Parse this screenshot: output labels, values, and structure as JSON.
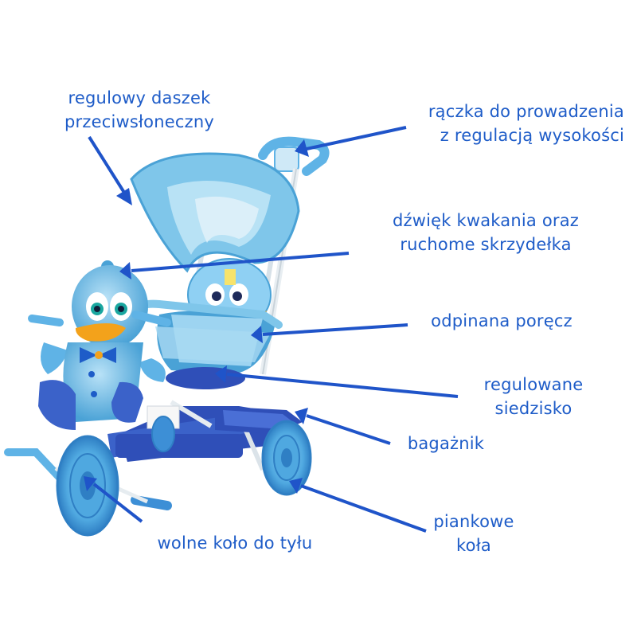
{
  "colors": {
    "label_text": "#1e5cc8",
    "arrow": "#1f54c9",
    "canopy": "#7fc6ea",
    "canopy_dark": "#4aa2d6",
    "body_blue": "#5fb3e6",
    "frame_dark_blue": "#2f4fb8",
    "wheel_blue": "#3d8fd6",
    "beak_orange": "#f3a21b",
    "background": "#ffffff"
  },
  "labels": {
    "canopy": {
      "line1": "regulowy daszek",
      "line2": "przeciwsłoneczny"
    },
    "handle": {
      "line1": "rączka do prowadzenia",
      "line2": "z regulacją wysokości"
    },
    "quack": {
      "line1": "dźwięk kwakania oraz",
      "line2": "ruchome skrzydełka"
    },
    "railing": {
      "line1": "odpinana poręcz"
    },
    "seat": {
      "line1": "regulowane",
      "line2": "siedzisko"
    },
    "basket": {
      "line1": "bagażnik"
    },
    "foam_wheels": {
      "line1": "piankowe",
      "line2": "koła"
    },
    "freewheel": {
      "line1": "wolne koło do tyłu"
    }
  }
}
